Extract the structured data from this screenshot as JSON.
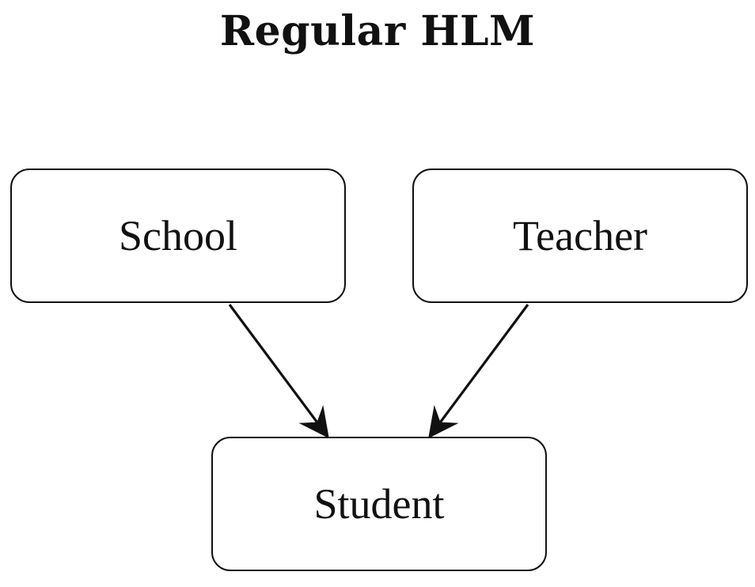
{
  "diagram": {
    "title": "Regular HLM",
    "nodes": [
      {
        "id": "school",
        "label": "School"
      },
      {
        "id": "teacher",
        "label": "Teacher"
      },
      {
        "id": "student",
        "label": "Student"
      }
    ],
    "edges": [
      {
        "from": "School",
        "to": "Student"
      },
      {
        "from": "Teacher",
        "to": "Student"
      }
    ],
    "colors": {
      "stroke": "#111111",
      "background": "#ffffff"
    }
  }
}
